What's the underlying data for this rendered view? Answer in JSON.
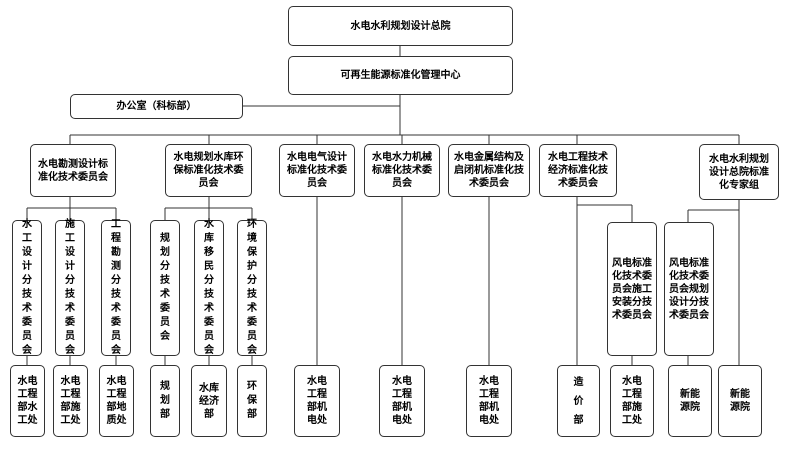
{
  "top": "水电水利规划设计总院",
  "center": "可再生能源标准化管理中心",
  "office": "办公室（科标部）",
  "committees": [
    "水电勘测设计标准化技术委员会",
    "水电规划水库环保标准化技术委员会",
    "水电电气设计标准化技术委员会",
    "水电水力机械标准化技术委员会",
    "水电金属结构及启闭机标准化技术委员会",
    "水电工程技术经济标准化技术委员会",
    "水电水利规划设计总院标准化专家组"
  ],
  "subcommittees": [
    "水工设计分技术委员会",
    "施工设计分技术委员会",
    "工程勘测分技术委员会",
    "规划分技术委员会",
    "水库移民分技术委员会",
    "环境保护分技术委员会",
    "风电标准化技术委员会施工安装分技术委员会",
    "风电标准化技术委员会规划设计分技术委员会"
  ],
  "departments": [
    "水电工程部水工处",
    "水电工程部施工处",
    "水电工程部地质处",
    "规划部",
    "水库经济部",
    "环保部",
    "水电工程部机电处",
    "水电工程部机电处",
    "水电工程部机电处",
    "造价部",
    "水电工程部施工处",
    "新能源院",
    "新能源院"
  ]
}
